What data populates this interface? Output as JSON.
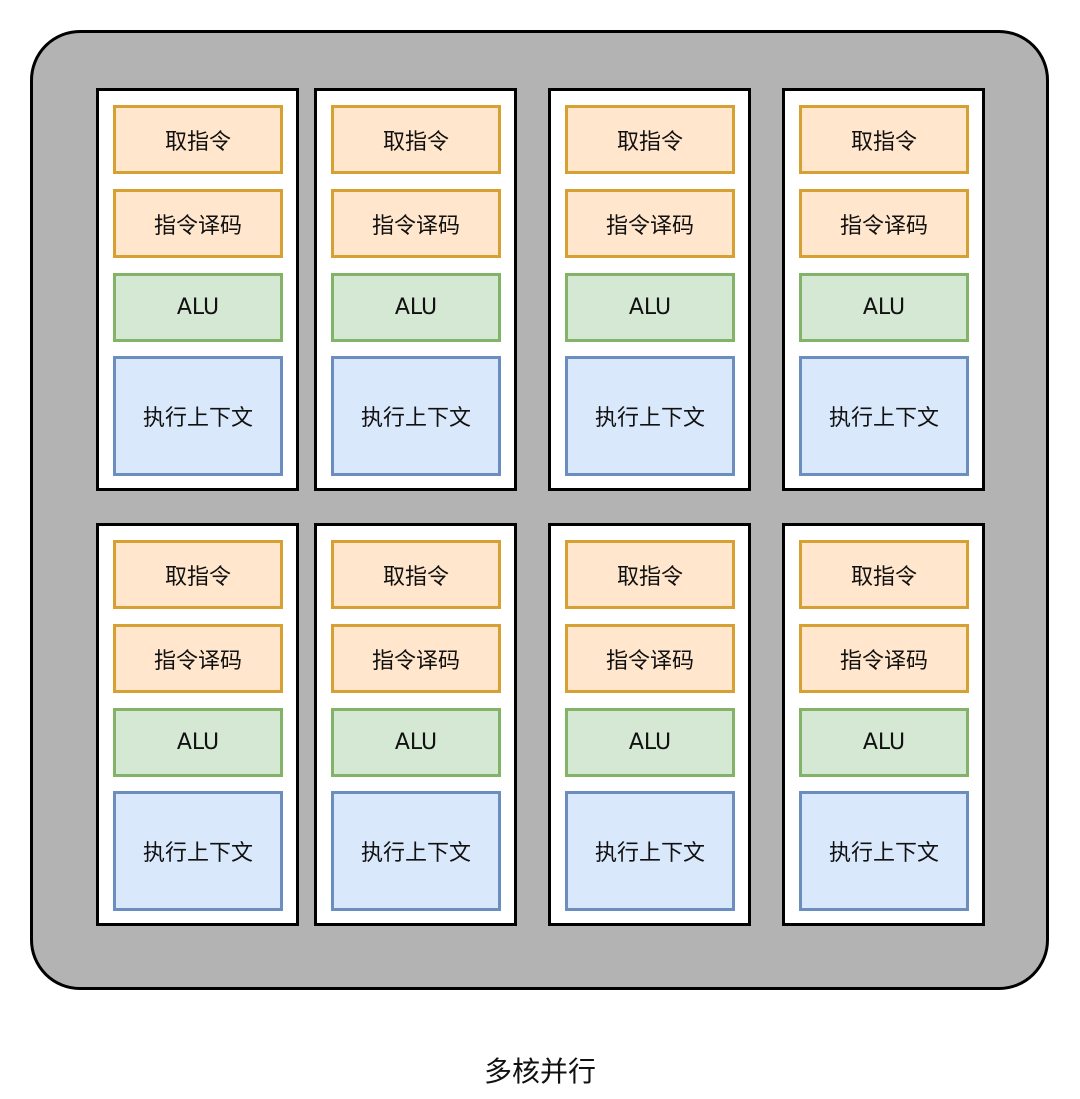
{
  "caption": "多核并行",
  "colors": {
    "chip_fill": "#b3b3b3",
    "fetch_fill": "#ffe6cc",
    "fetch_border": "#d6a032",
    "decode_fill": "#ffe6cc",
    "decode_border": "#d6a032",
    "alu_fill": "#d5e8d4",
    "alu_border": "#82b366",
    "context_fill": "#dae8fc",
    "context_border": "#6c8ebf"
  },
  "cores": [
    {
      "fetch": "取指令",
      "decode": "指令译码",
      "alu": "ALU",
      "context": "执行上下文"
    },
    {
      "fetch": "取指令",
      "decode": "指令译码",
      "alu": "ALU",
      "context": "执行上下文"
    },
    {
      "fetch": "取指令",
      "decode": "指令译码",
      "alu": "ALU",
      "context": "执行上下文"
    },
    {
      "fetch": "取指令",
      "decode": "指令译码",
      "alu": "ALU",
      "context": "执行上下文"
    },
    {
      "fetch": "取指令",
      "decode": "指令译码",
      "alu": "ALU",
      "context": "执行上下文"
    },
    {
      "fetch": "取指令",
      "decode": "指令译码",
      "alu": "ALU",
      "context": "执行上下文"
    },
    {
      "fetch": "取指令",
      "decode": "指令译码",
      "alu": "ALU",
      "context": "执行上下文"
    },
    {
      "fetch": "取指令",
      "decode": "指令译码",
      "alu": "ALU",
      "context": "执行上下文"
    }
  ]
}
